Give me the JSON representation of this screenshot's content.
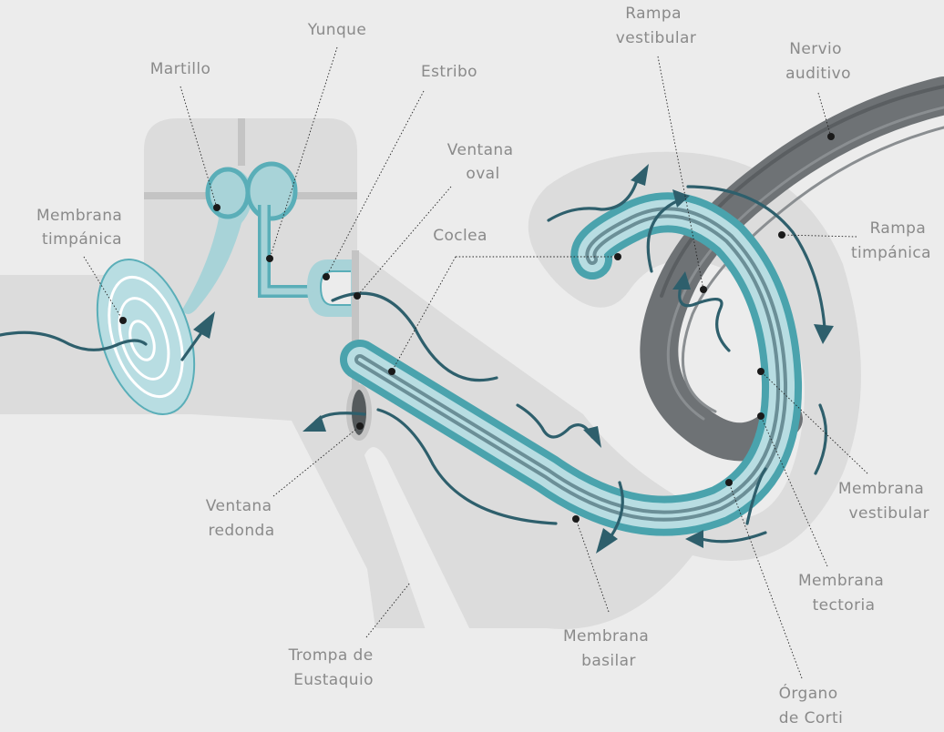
{
  "labels": {
    "membrana_timpanica": [
      "Membrana",
      "timpánica"
    ],
    "martillo": [
      "Martillo"
    ],
    "yunque": [
      "Yunque"
    ],
    "estribo": [
      "Estribo"
    ],
    "ventana_oval": [
      "Ventana",
      "oval"
    ],
    "coclea": [
      "Coclea"
    ],
    "rampa_vestibular": [
      "Rampa",
      "vestibular"
    ],
    "nervio_auditivo": [
      "Nervio",
      "auditivo"
    ],
    "rampa_timpanica": [
      "Rampa",
      "timpánica"
    ],
    "membrana_vestibular": [
      "Membrana",
      "vestibular"
    ],
    "membrana_tectoria": [
      "Membrana",
      "tectoria"
    ],
    "organo_de_corti": [
      "Órgano",
      "de Corti"
    ],
    "membrana_basilar": [
      "Membrana",
      "basilar"
    ],
    "trompa_de_eustaquio": [
      "Trompa de",
      "Eustaquio"
    ],
    "ventana_redonda": [
      "Ventana",
      "redonda"
    ]
  },
  "colors": {
    "background": "#ececec",
    "tissue": "#dcdcdc",
    "tissue_outline": "#c4c4c4",
    "ossicle": "#a8d3d8",
    "ossicle_dark": "#5aaeb8",
    "cochlea_teal": "#4aa3ad",
    "cochlea_dark": "#6b8f97",
    "cochlea_light": "#b8dde2",
    "nerve": "#6e7275",
    "wave": "#2e5f6c"
  }
}
